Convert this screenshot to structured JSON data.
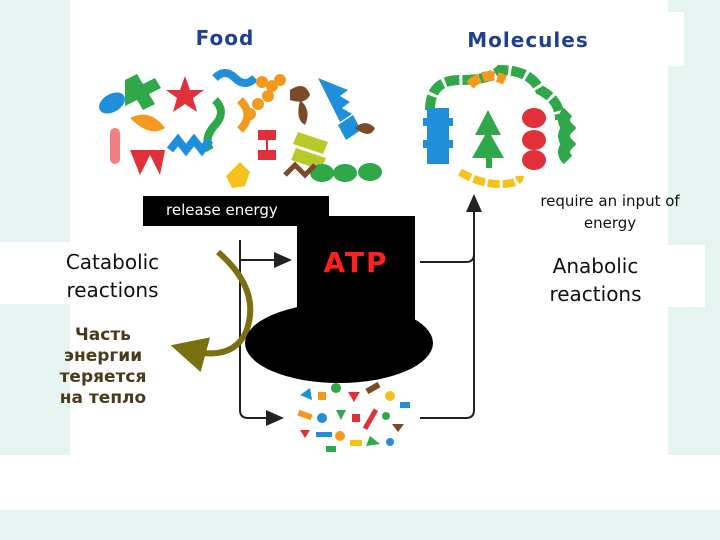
{
  "labels": {
    "food": "Food",
    "molecules": "Molecules",
    "release_energy": "release energy",
    "atp": "ATP",
    "require_energy_line1": "require an input of",
    "require_energy_line2": "energy",
    "catabolic_line1": "Catabolic",
    "catabolic_line2": "reactions",
    "anabolic_line1": "Anabolic",
    "anabolic_line2": "reactions",
    "heat_line1": "Часть",
    "heat_line2": "энергии",
    "heat_line3": "теряется",
    "heat_line4": "на тепло"
  },
  "colors": {
    "title_blue": "#1f3f8f",
    "atp_red": "#ff2020",
    "heat_arrow": "#7a7010",
    "shape_blue": "#1e8fd8",
    "shape_green": "#2fa84a",
    "shape_orange": "#f39a1e",
    "shape_red": "#e0303a",
    "shape_yellow": "#f6c21a",
    "shape_brown": "#7a4a2a"
  }
}
